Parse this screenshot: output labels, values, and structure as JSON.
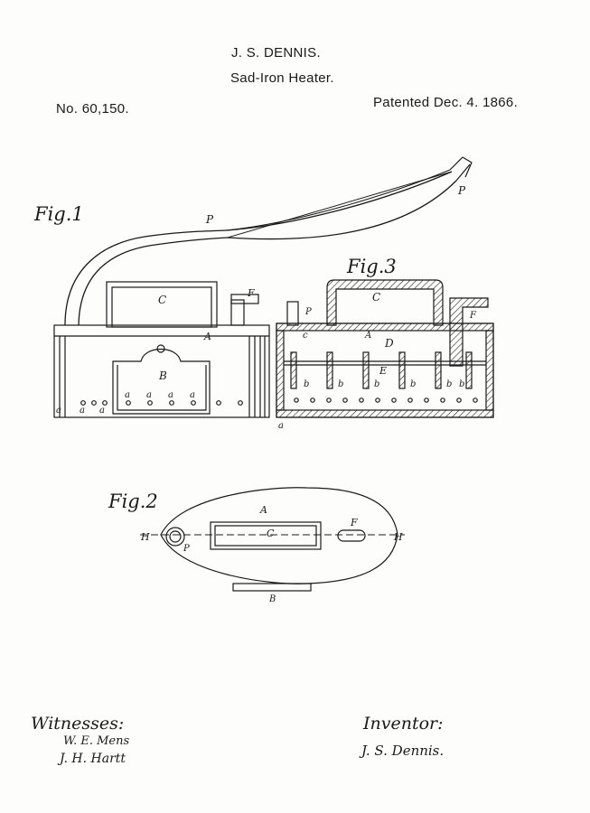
{
  "header": {
    "inventor_name": "J. S. DENNIS.",
    "title": "Sad-Iron Heater.",
    "patent_number": "No. 60,150.",
    "patent_date": "Patented Dec. 4. 1866."
  },
  "figures": {
    "fig1": {
      "label": "Fig.1",
      "parts": [
        "P",
        "C",
        "F",
        "A",
        "B",
        "a",
        "a",
        "a",
        "a",
        "a",
        "a",
        "a"
      ]
    },
    "fig2": {
      "label": "Fig.2",
      "parts": [
        "A",
        "C",
        "F",
        "P",
        "B",
        "H",
        "H"
      ]
    },
    "fig3": {
      "label": "Fig.3",
      "parts": [
        "C",
        "P",
        "F",
        "c",
        "A",
        "D",
        "E",
        "b",
        "b",
        "b",
        "b",
        "b",
        "b",
        "a"
      ]
    }
  },
  "footer": {
    "witnesses_label": "Witnesses:",
    "witness_1": "W. E. Mens",
    "witness_2": "J. H. Hartt",
    "inventor_label": "Inventor:",
    "inventor_signature": "J. S. Dennis."
  }
}
